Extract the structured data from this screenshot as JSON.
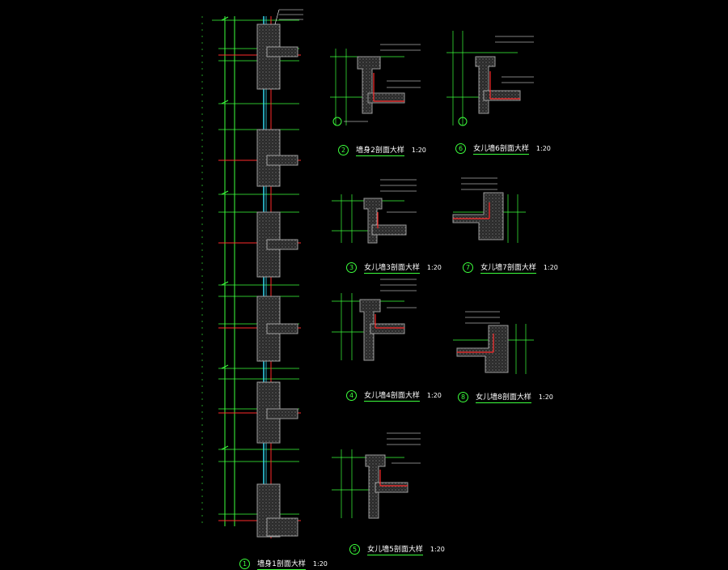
{
  "drawing": {
    "background": "#000000",
    "colors": {
      "dimension": "#3cff3c",
      "wall": "#9a9a9a",
      "hatch": "#6a6a6a",
      "axis": "#ff2a2a",
      "glass": "#32d7f0",
      "text": "#ffffff",
      "leader": "#ffffff"
    },
    "details": [
      {
        "id": "detail-1",
        "number": "1",
        "title": "墙身1剖面大样",
        "scale": "1:20"
      },
      {
        "id": "detail-2",
        "number": "2",
        "title": "墙身2剖面大样",
        "scale": "1:20"
      },
      {
        "id": "detail-3",
        "number": "3",
        "title": "女儿墙3剖面大样",
        "scale": "1:20"
      },
      {
        "id": "detail-4",
        "number": "4",
        "title": "女儿墙4剖面大样",
        "scale": "1:20"
      },
      {
        "id": "detail-5",
        "number": "5",
        "title": "女儿墙5剖面大样",
        "scale": "1:20"
      },
      {
        "id": "detail-6",
        "number": "6",
        "title": "女儿墙6剖面大样",
        "scale": "1:20"
      },
      {
        "id": "detail-7",
        "number": "7",
        "title": "女儿墙7剖面大样",
        "scale": "1:20"
      },
      {
        "id": "detail-8",
        "number": "8",
        "title": "女儿墙8剖面大样",
        "scale": "1:20"
      }
    ]
  }
}
